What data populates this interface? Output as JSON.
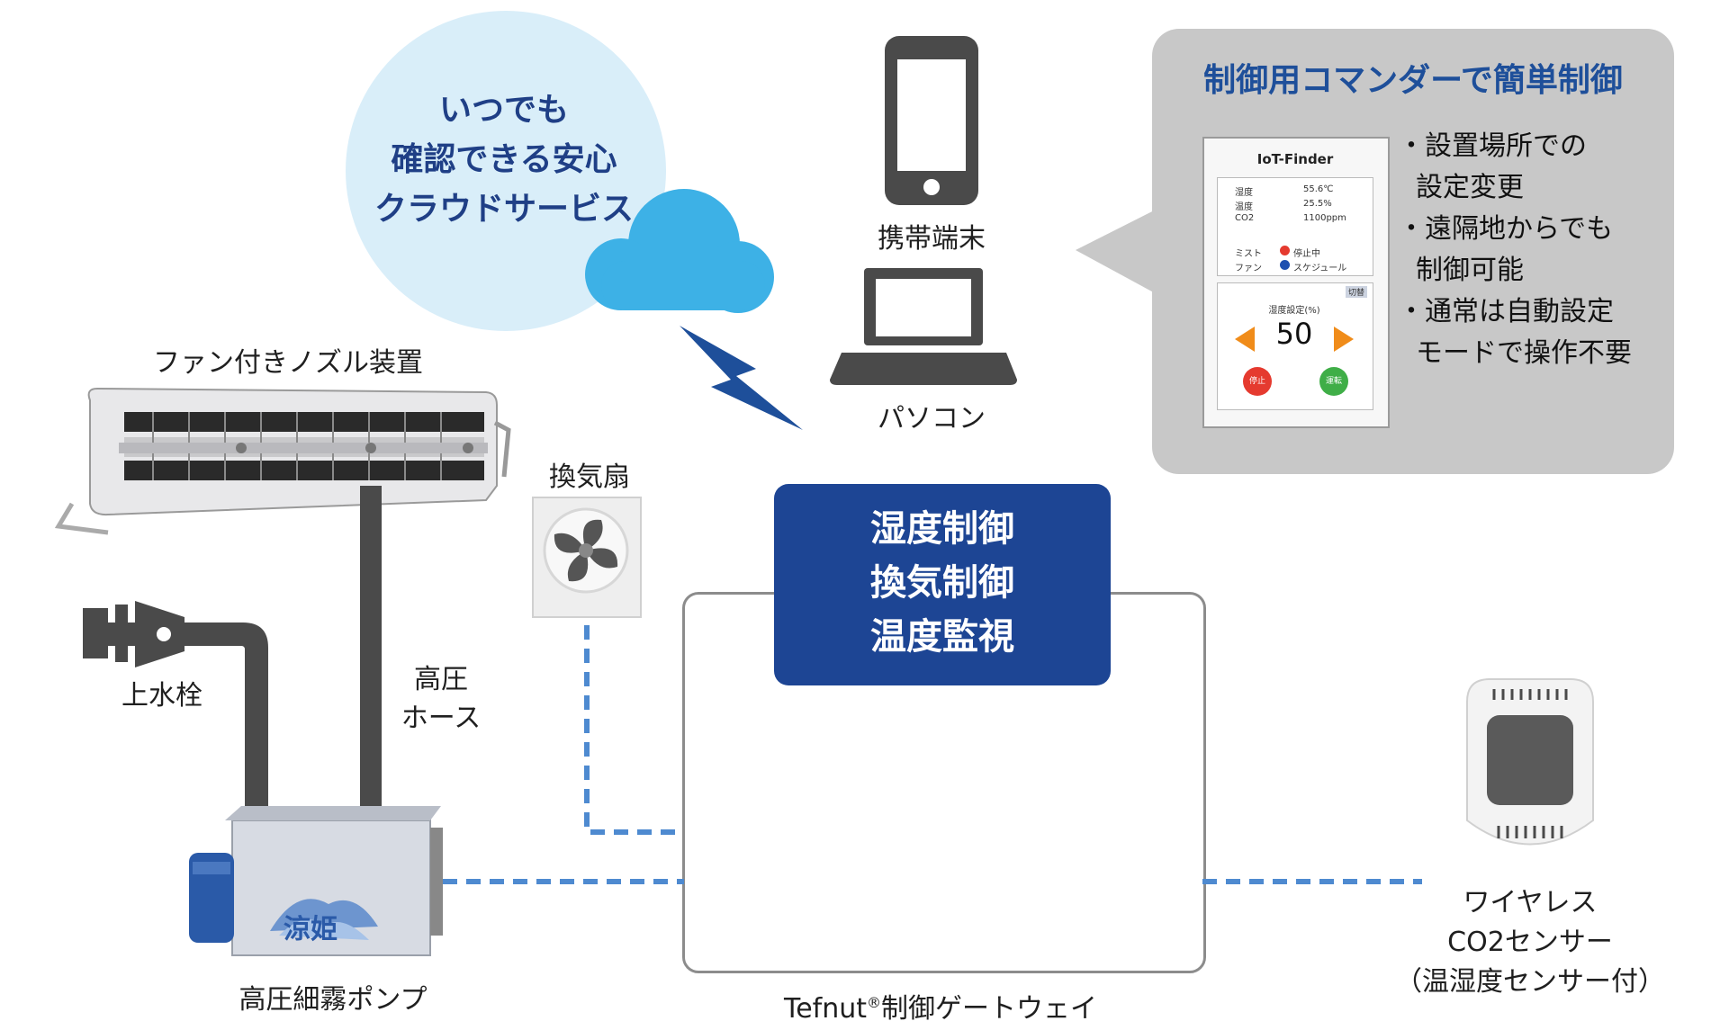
{
  "cloud": {
    "lines": [
      "いつでも",
      "確認できる安心",
      "クラウドサービス"
    ]
  },
  "devices": {
    "mobile_label": "携帯端末",
    "pc_label": "パソコン"
  },
  "callout": {
    "title": "制御用コマンダーで簡単制御",
    "bullets": [
      {
        "line1": "・設置場所での",
        "line2": "設定変更"
      },
      {
        "line1": "・遠隔地からでも",
        "line2": "制御可能"
      },
      {
        "line1": "・通常は自動設定",
        "line2": "モードで操作不要"
      }
    ]
  },
  "iot_screen": {
    "title": "IoT-Finder",
    "rows": [
      {
        "name": "湿度",
        "value": "55.6℃"
      },
      {
        "name": "温度",
        "value": "25.5%"
      },
      {
        "name": "CO2",
        "value": "1100ppm"
      }
    ],
    "mist_label": "ミスト",
    "mist_status": "停止中",
    "fan_label": "ファン",
    "fan_status": "スケジュール",
    "setting_label": "湿度設定(%)",
    "tag": "切替",
    "setpoint": "50",
    "stop_btn": "停止",
    "run_btn": "運転",
    "colors": {
      "stop": "#e53a2f",
      "run": "#3fae47",
      "arrow": "#f08c1a",
      "mist_dot": "#e53a2f",
      "fan_dot": "#1e4fb0"
    }
  },
  "labels": {
    "nozzle": "ファン付きノズル装置",
    "fan": "換気扇",
    "faucet": "上水栓",
    "hose_line1": "高圧",
    "hose_line2": "ホース",
    "pump": "高圧細霧ポンプ",
    "gateway_brand": "Tefnut",
    "gateway_reg": "®",
    "gateway_rest": "制御ゲートウェイ",
    "sensor_line1": "ワイヤレス",
    "sensor_line2": "CO2センサー",
    "sensor_line3": "（温湿度センサー付）",
    "pump_brand": "涼姫"
  },
  "control_box": {
    "lines": [
      "湿度制御",
      "換気制御",
      "温度監視"
    ]
  },
  "colors": {
    "cloud_bubble": "#d9eef9",
    "cloud_icon": "#3db1e6",
    "bolt": "#1e4f9a",
    "control_box": "#1d4594",
    "callout_bg": "#c8c8c8",
    "dashed_line": "#4e8ad0"
  }
}
